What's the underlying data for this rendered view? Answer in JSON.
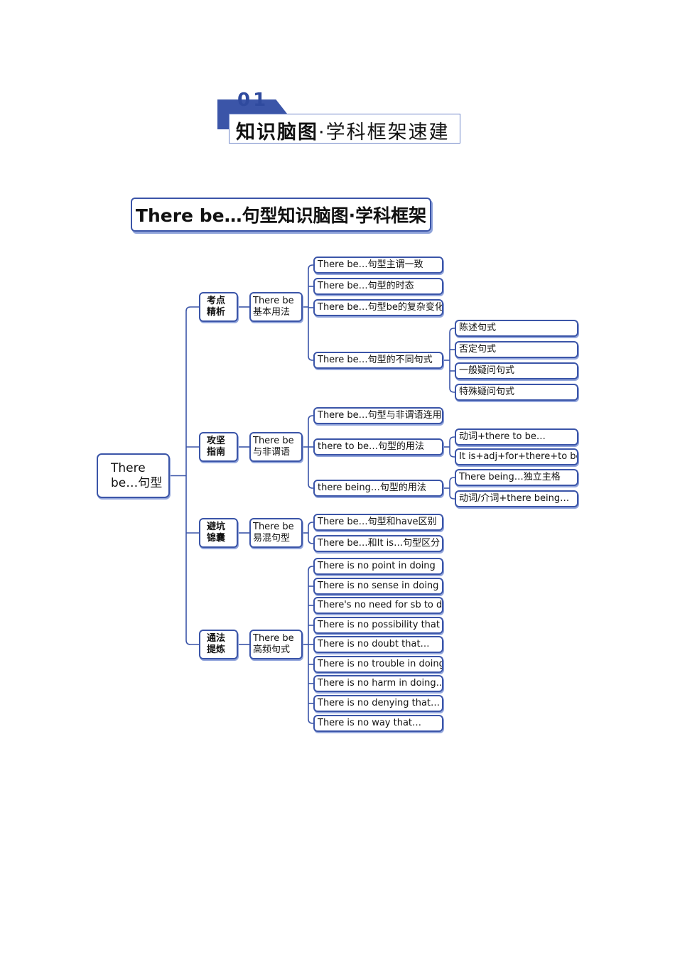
{
  "section": {
    "number": "01",
    "title_bold": "知识脑图",
    "title_sep": "·",
    "title_rest": "学科框架速建"
  },
  "mindmap": {
    "title": "There be…句型知识脑图·学科框架",
    "colors": {
      "border": "#3b55a8",
      "line": "#3b55a8",
      "shadow": "#93a6dc"
    },
    "root": {
      "label": "There\nbe…句型"
    },
    "branches": [
      {
        "label": "考点\n精析",
        "sub": "There be\n基本用法",
        "items": [
          {
            "label": "There be…句型主谓一致"
          },
          {
            "label": "There be…句型的时态"
          },
          {
            "label": "There be…句型be的复杂变化"
          },
          {
            "label": "There be…句型的不同句式",
            "children": [
              "陈述句式",
              "否定句式",
              "一般疑问句式",
              "特殊疑问句式"
            ]
          }
        ]
      },
      {
        "label": "攻坚\n指南",
        "sub": "There be\n与非谓语",
        "items": [
          {
            "label": "There be…句型与非谓语连用"
          },
          {
            "label": "there to be…句型的用法",
            "children": [
              "动词+there to be…",
              "It is+adj+for+there+to be…"
            ]
          },
          {
            "label": "there being…句型的用法",
            "children": [
              "There being…独立主格",
              "动词/介词+there being…"
            ]
          }
        ]
      },
      {
        "label": "避坑\n锦囊",
        "sub": "There be\n易混句型",
        "items": [
          {
            "label": "There be…句型和have区别"
          },
          {
            "label": "There be…和It is…句型区分"
          }
        ]
      },
      {
        "label": "通法\n提炼",
        "sub": "There be\n高频句式",
        "items": [
          {
            "label": "There is no point in doing"
          },
          {
            "label": "There is no sense in doing"
          },
          {
            "label": "There's no need for sb to do"
          },
          {
            "label": "There is no possibility that …"
          },
          {
            "label": "There is no doubt that…"
          },
          {
            "label": "There is no trouble in doing"
          },
          {
            "label": "There is no harm in doing…"
          },
          {
            "label": "There is no denying that…"
          },
          {
            "label": "There is no way that…"
          }
        ]
      }
    ]
  }
}
